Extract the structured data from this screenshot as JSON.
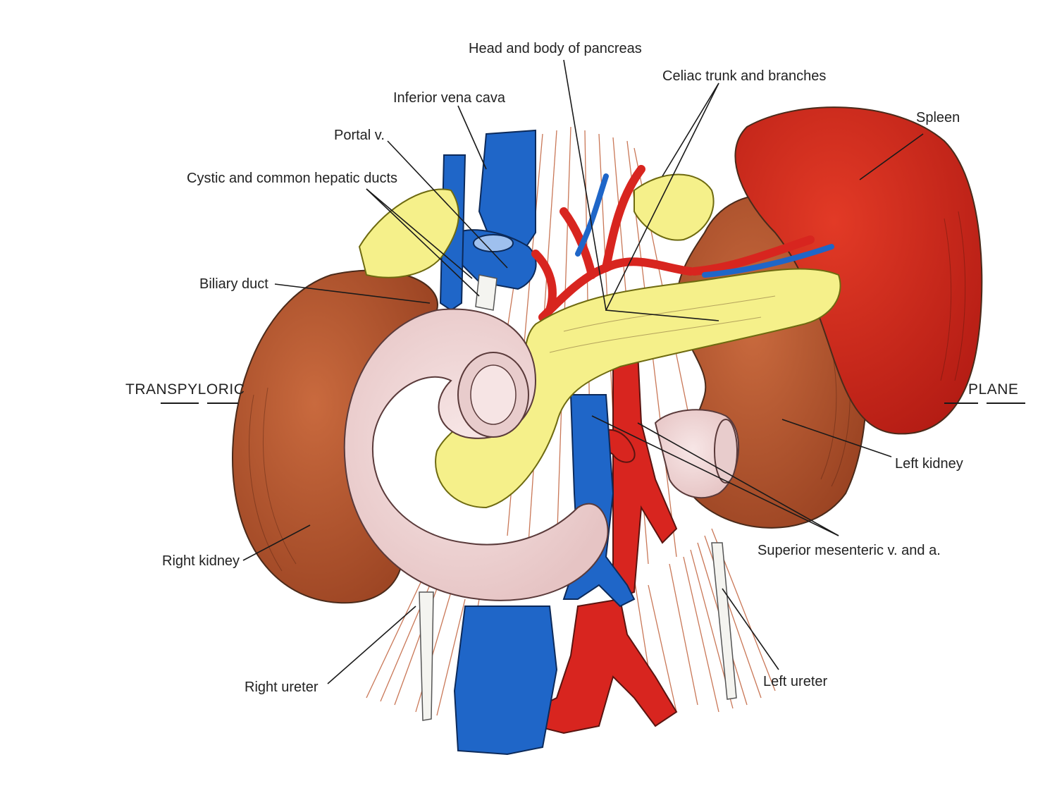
{
  "labels": {
    "head_body_pancreas": "Head and body of pancreas",
    "celiac_trunk": "Celiac trunk and branches",
    "inferior_vena_cava": "Inferior vena cava",
    "portal_v": "Portal v.",
    "cystic_ducts": "Cystic and common hepatic ducts",
    "spleen": "Spleen",
    "biliary_duct": "Biliary duct",
    "transpyloric": "TRANSPYLORIC",
    "plane": "PLANE",
    "left_kidney": "Left kidney",
    "superior_mesenteric": "Superior mesenteric v. and a.",
    "right_kidney": "Right kidney",
    "right_ureter": "Right ureter",
    "left_ureter": "Left ureter"
  },
  "colors": {
    "kidney": "#b8562e",
    "spleen": "#d42a1e",
    "pancreas": "#f5f08a",
    "vein": "#1f66c8",
    "artery": "#d8251f",
    "duodenum": "#f1d9d9",
    "ureter": "#f4f4f0",
    "muscle": "#c0603a"
  }
}
